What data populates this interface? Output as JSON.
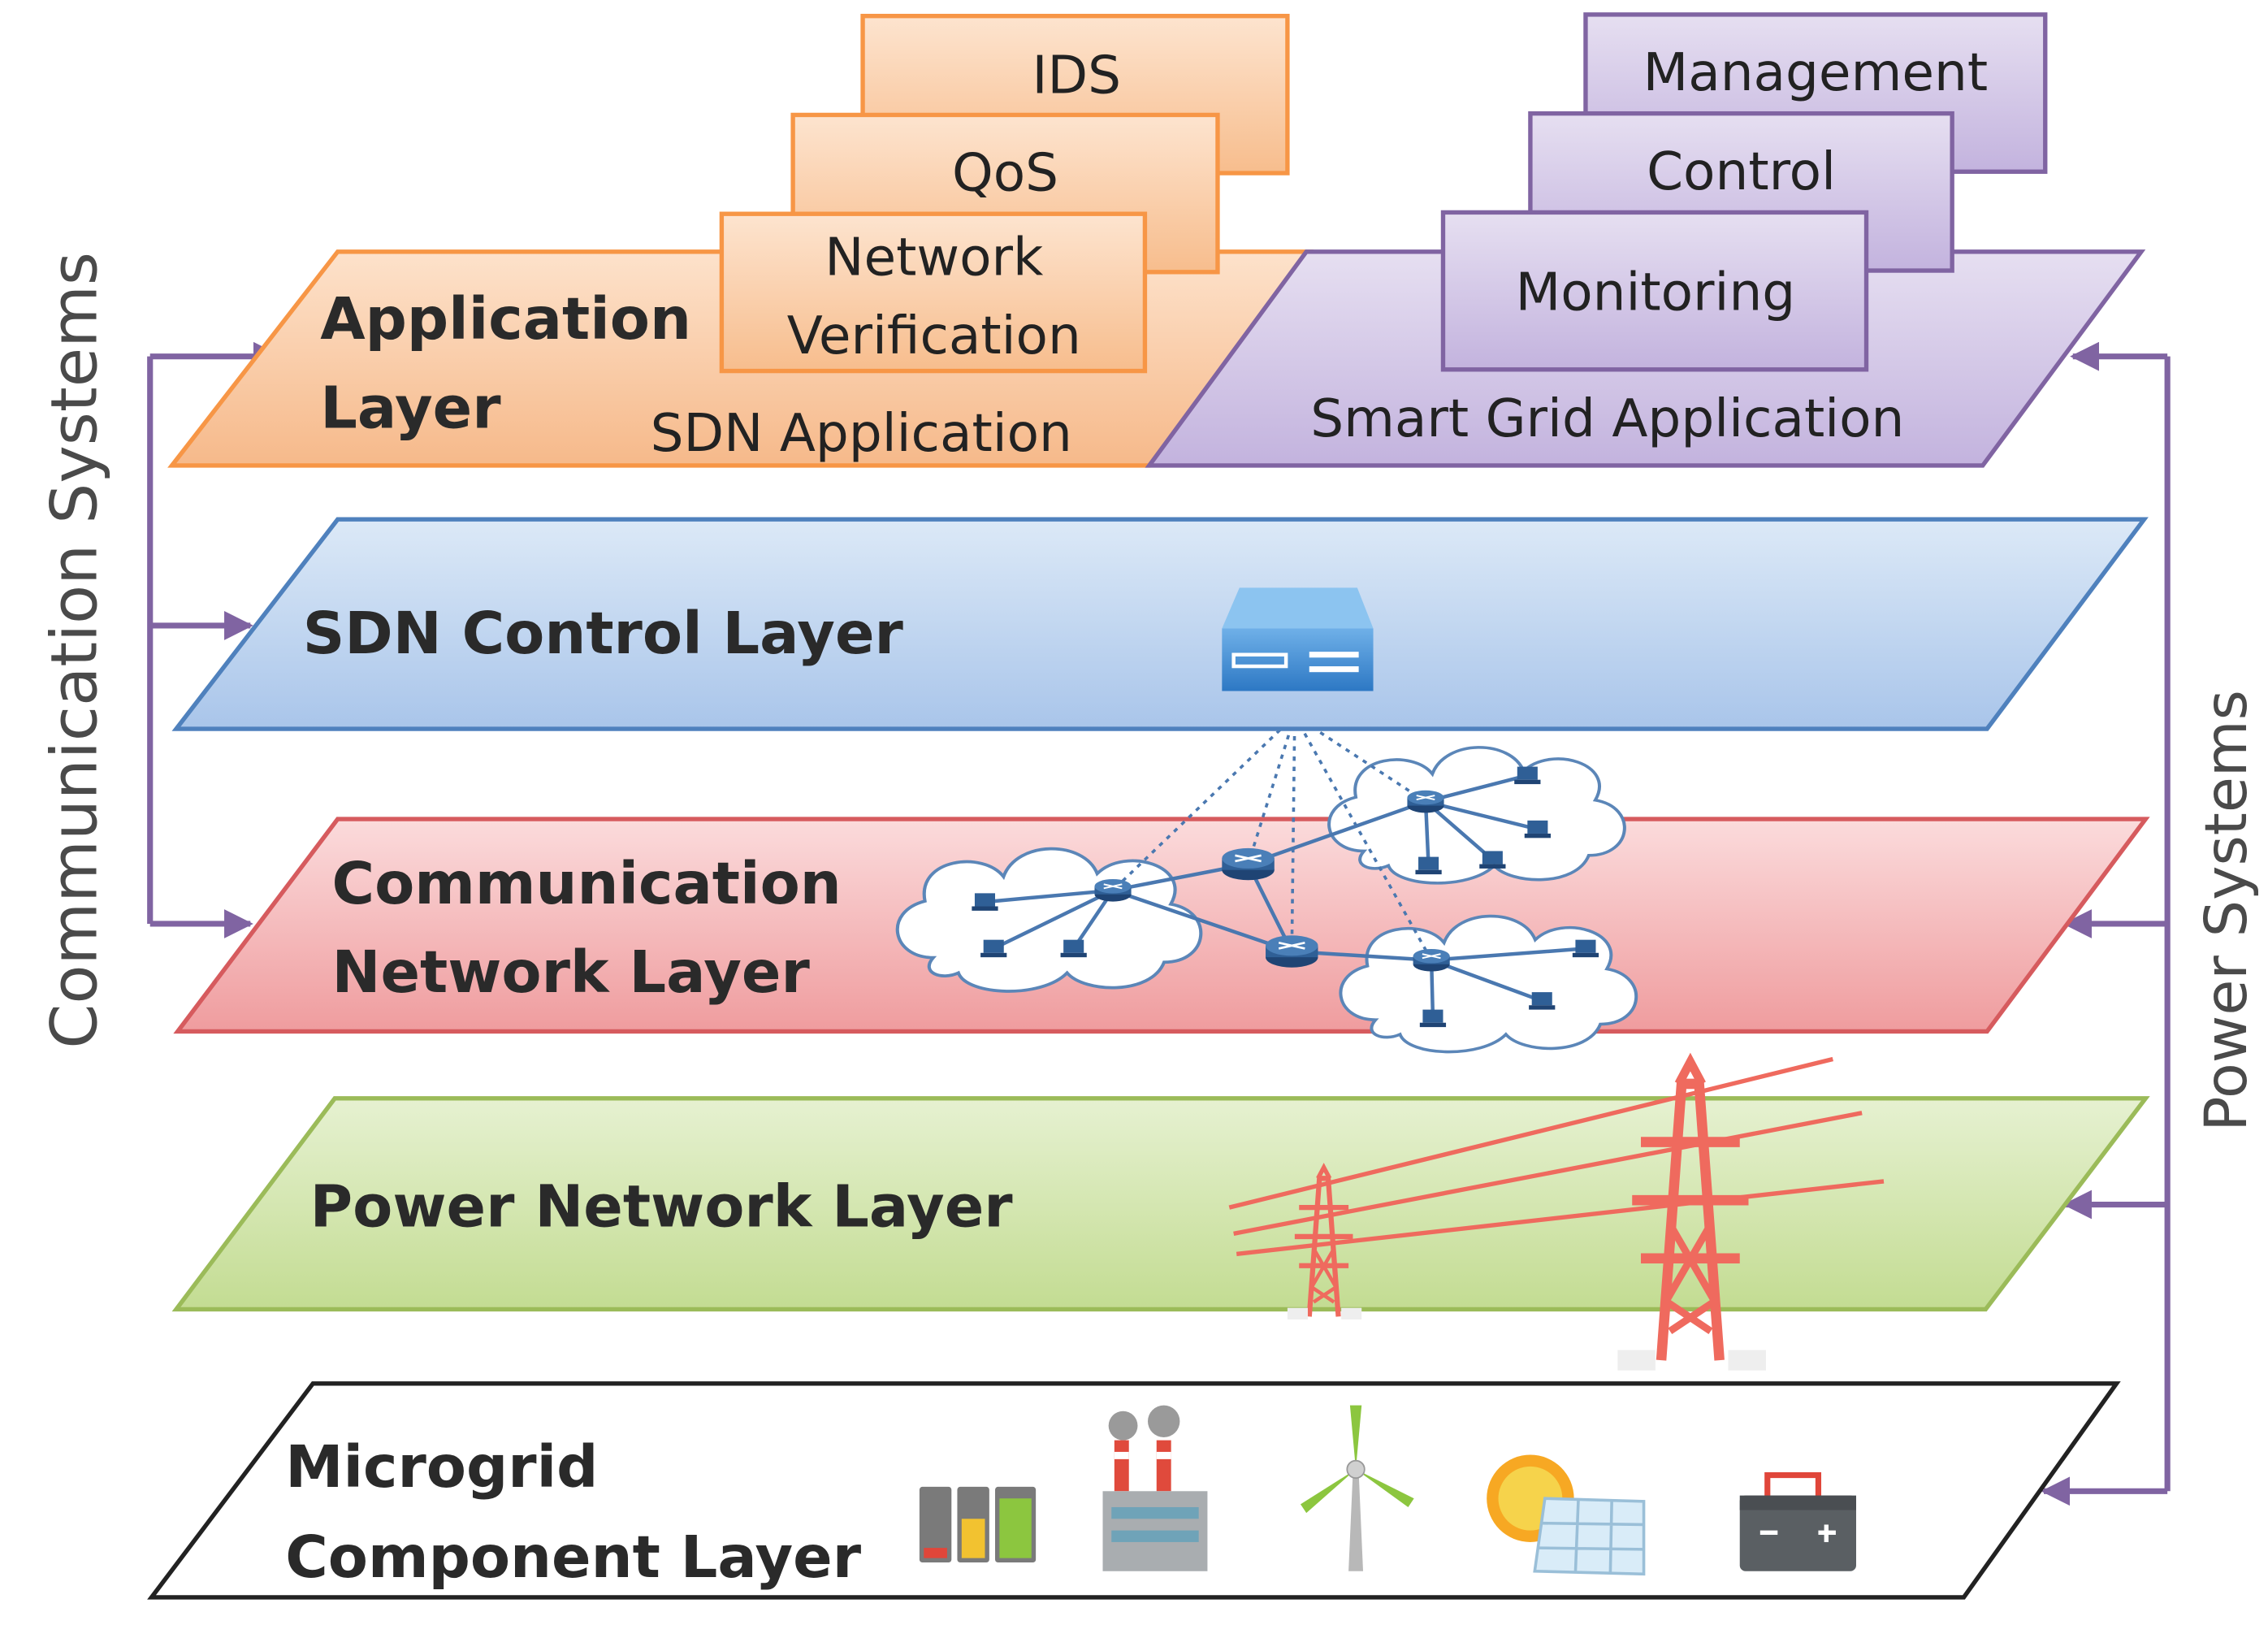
{
  "side_labels": {
    "left": "Communication Systems",
    "right": "Power Systems"
  },
  "application_layer": {
    "title_line1": "Application",
    "title_line2": "Layer",
    "sdn_app_label": "SDN Application",
    "sdn_apps": [
      "IDS",
      "QoS",
      "Network",
      "Verification"
    ],
    "smart_grid_label": "Smart Grid Application",
    "smart_grid_apps": [
      "Management",
      "Control",
      "Monitoring"
    ]
  },
  "sdn_control_layer": {
    "title": "SDN Control Layer"
  },
  "communication_layer": {
    "title_line1": "Communication",
    "title_line2": "Network Layer"
  },
  "power_layer": {
    "title": "Power Network Layer"
  },
  "microgrid_layer": {
    "title_line1": "Microgrid",
    "title_line2": "Component Layer",
    "icons": [
      "battery-bank-icon",
      "factory-icon",
      "wind-turbine-icon",
      "solar-panel-icon",
      "car-battery-icon"
    ]
  },
  "colors": {
    "application_sdn": "#f7c49a",
    "application_smart_grid": "#cdbfe2",
    "sdn_control": "#bcd3ee",
    "communication": "#f3b2b3",
    "power": "#cfe3a6",
    "microgrid": "#ffffff",
    "arrow": "#8064a2"
  }
}
